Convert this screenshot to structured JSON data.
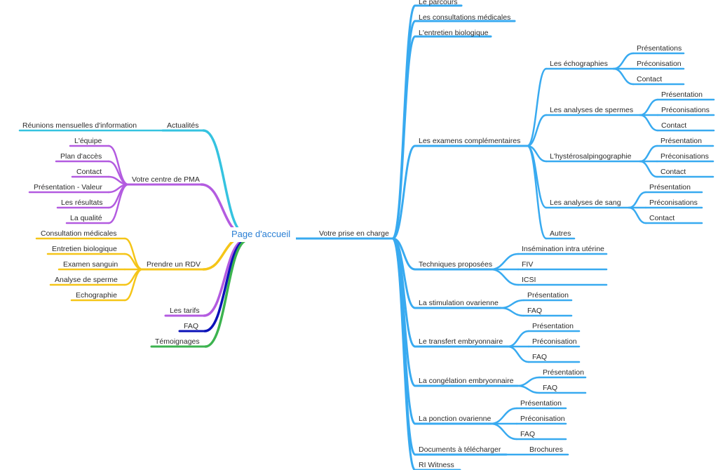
{
  "root": "Page d'accueil",
  "colors": {
    "cyan": "#35c3e0",
    "purple": "#b35be0",
    "yellow": "#f5c518",
    "navy": "#0b12b8",
    "green": "#3cb34f",
    "blue": "#38aaf0"
  },
  "left": {
    "actualites": {
      "label": "Actualités",
      "children": [
        "Réunions mensuelles d'information"
      ]
    },
    "centre": {
      "label": "Votre centre de PMA",
      "children": [
        "L'équipe",
        "Plan d'accès",
        "Contact",
        "Présentation - Valeur",
        "Les résultats",
        "La qualité"
      ]
    },
    "rdv": {
      "label": "Prendre un RDV",
      "children": [
        "Consultation médicales",
        "Entretien biologique",
        "Examen sanguin",
        "Analyse de sperme",
        "Echographie"
      ]
    },
    "tarifs": {
      "label": "Les tarifs"
    },
    "faq": {
      "label": "FAQ"
    },
    "temoignages": {
      "label": "Témoignages"
    }
  },
  "right": {
    "label": "Votre prise en charge",
    "parcours": "Le parcours",
    "consultations": "Les consultations médicales",
    "entretien": "L'entretien biologique",
    "examens": {
      "label": "Les examens complémentaires",
      "echographies": {
        "label": "Les échographies",
        "children": [
          "Présentations",
          "Préconisation",
          "Contact"
        ]
      },
      "spermes": {
        "label": "Les analyses de spermes",
        "children": [
          "Présentation",
          "Préconisations",
          "Contact"
        ]
      },
      "hysterosalpingographie": {
        "label": "L'hystérosalpingographie",
        "children": [
          "Présentation",
          "Préconisations",
          "Contact"
        ]
      },
      "sang": {
        "label": "Les analyses de sang",
        "children": [
          "Présentation",
          "Préconisations",
          "Contact"
        ]
      },
      "autres": "Autres"
    },
    "techniques": {
      "label": "Techniques proposées",
      "children": [
        "Insémination intra utérine",
        "FIV",
        "ICSI"
      ]
    },
    "stimulation": {
      "label": "La stimulation ovarienne",
      "children": [
        "Présentation",
        "FAQ"
      ]
    },
    "transfert": {
      "label": "Le transfert embryonnaire",
      "children": [
        "Présentation",
        "Préconisation",
        "FAQ"
      ]
    },
    "congelation": {
      "label": "La congélation embryonnaire",
      "children": [
        "Présentation",
        "FAQ"
      ]
    },
    "ponction": {
      "label": "La ponction ovarienne",
      "children": [
        "Présentation",
        "Préconisation",
        "FAQ"
      ]
    },
    "documents": {
      "label": "Documents à télécharger",
      "children": [
        "Brochures"
      ]
    },
    "witness": "RI Witness"
  }
}
